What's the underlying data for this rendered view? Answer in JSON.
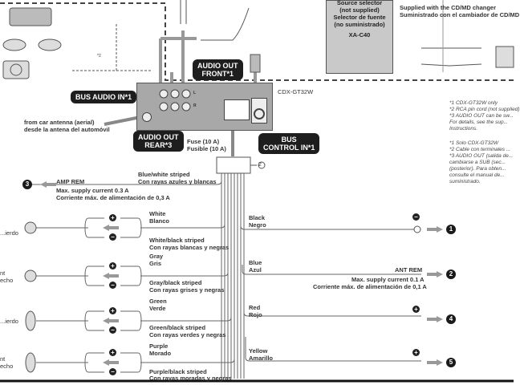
{
  "source_selector": {
    "lines": [
      "Source selector",
      "(not supplied)",
      "Selector de fuente",
      "(no suministrado)"
    ],
    "model": "XA-C40"
  },
  "changer": {
    "line1": "Supplied with the CD/MD changer",
    "line2": "Suministrado con el cambiador de CD/MD"
  },
  "unit": {
    "model": "CDX-GT32W",
    "port_labels": {
      "l": "L",
      "r": "R",
      "bus_audio_in": "BUS AUDIO IN",
      "rear": "REAR",
      "front": "FRONT AUDIO OUT"
    }
  },
  "callouts": {
    "audio_out_front": [
      "AUDIO OUT",
      "FRONT*1"
    ],
    "bus_audio_in": "BUS AUDIO IN*1",
    "audio_out_rear": [
      "AUDIO OUT",
      "REAR*3"
    ],
    "bus_control_in": [
      "BUS",
      "CONTROL IN*1"
    ]
  },
  "rca_note": "*2",
  "antenna": {
    "en": "from car antenna (aerial)",
    "es": "desde la antena del automóvil"
  },
  "fuse": {
    "en": "Fuse (10 A)",
    "es": "Fusible (10 A)"
  },
  "connector_ref": "2",
  "notes_en": [
    "*1 CDX-GT32W only",
    "*2 RCA pin cord (not supplied)",
    "*3 AUDIO OUT can be sw...",
    "For details, see the sup...",
    "Instructions."
  ],
  "notes_es": [
    "*1 Solo CDX-GT32W",
    "*2 Cable con terminales ...",
    "*3 AUDIO OUT (salida de...",
    "cambiarse a SUB (sec...",
    "(posterior). Para obten...",
    "consulte el manual de...",
    "suministrado."
  ],
  "amp_rem": {
    "wire_en": "Blue/white striped",
    "wire_es": "Con rayas azules y blancas",
    "label": "AMP REM",
    "max_en": "Max. supply current 0.3 A",
    "max_es": "Corriente máx. de alimentación de 0,3 A",
    "ref": "3"
  },
  "speakers": [
    {
      "side_a": "...ierdo",
      "pos_en": "White",
      "pos_es": "Blanco",
      "neg_en": "White/black striped",
      "neg_es": "Con rayas blancas y negras"
    },
    {
      "side_a": "nt",
      "side_b": "echo",
      "pos_en": "Gray",
      "pos_es": "Gris",
      "neg_en": "Gray/black striped",
      "neg_es": "Con rayas grises y negras"
    },
    {
      "side_a": "...ierdo",
      "pos_en": "Green",
      "pos_es": "Verde",
      "neg_en": "Green/black striped",
      "neg_es": "Con rayas verdes y negras"
    },
    {
      "side_a": "nt",
      "side_b": "echo",
      "pos_en": "Purple",
      "pos_es": "Morado",
      "neg_en": "Purple/black striped",
      "neg_es": "Con rayas moradas y negras"
    }
  ],
  "right_wires": [
    {
      "en": "Black",
      "es": "Negro",
      "sign": "−",
      "ref": "1"
    },
    {
      "en": "Blue",
      "es": "Azul",
      "label": "ANT REM",
      "max_en": "Max. supply current 0.1 A",
      "max_es": "Corriente máx. de alimentación de 0,1 A",
      "ref": "2"
    },
    {
      "en": "Red",
      "es": "Rojo",
      "sign": "+",
      "ref": "4"
    },
    {
      "en": "Yellow",
      "es": "Amarillo",
      "sign": "+",
      "ref": "5"
    }
  ],
  "signs": {
    "plus": "+",
    "minus": "−"
  }
}
